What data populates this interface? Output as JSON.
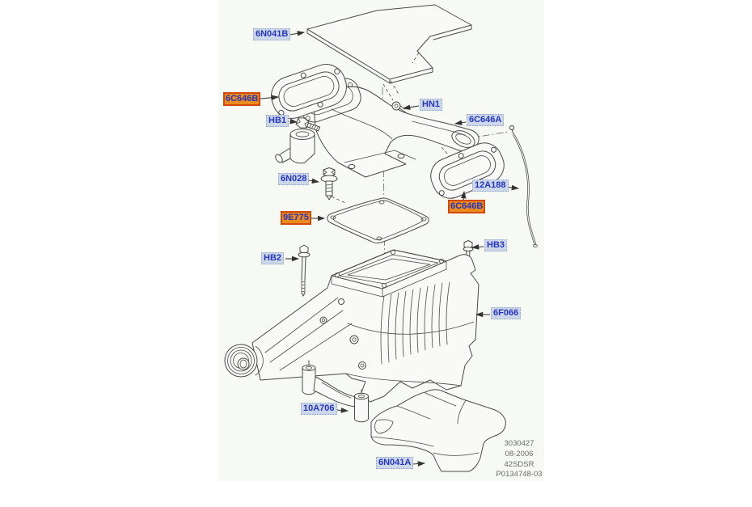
{
  "title": "Supercharger exploded parts diagram",
  "colors": {
    "page_bg": "#ffffff",
    "panel_bg": "#f7f9f5",
    "part_fill": "#f9faf7",
    "line": "#4a4a4a",
    "label_text": "#2535c0",
    "label_bg": "#cdd7ea",
    "label_border": "#8fa3c8",
    "highlight_bg": "#e9891e",
    "highlight_border": "#d1490b",
    "info_text": "#6b6b6b"
  },
  "parts": [
    {
      "code": "6N041B",
      "highlighted": false
    },
    {
      "code": "6C646B",
      "highlighted": true
    },
    {
      "code": "HB1",
      "highlighted": false
    },
    {
      "code": "HN1",
      "highlighted": false
    },
    {
      "code": "6C646A",
      "highlighted": false
    },
    {
      "code": "6N028",
      "highlighted": false
    },
    {
      "code": "12A188",
      "highlighted": false
    },
    {
      "code": "6C646B",
      "highlighted": true
    },
    {
      "code": "9E775",
      "highlighted": true
    },
    {
      "code": "HB2",
      "highlighted": false
    },
    {
      "code": "HB3",
      "highlighted": false
    },
    {
      "code": "6F066",
      "highlighted": false
    },
    {
      "code": "10A706",
      "highlighted": false
    },
    {
      "code": "6N041A",
      "highlighted": false
    }
  ],
  "info_block": {
    "line1": "3030427",
    "line2": "08-2006",
    "line3": "42SDSR",
    "line4": "P0134748-03"
  }
}
